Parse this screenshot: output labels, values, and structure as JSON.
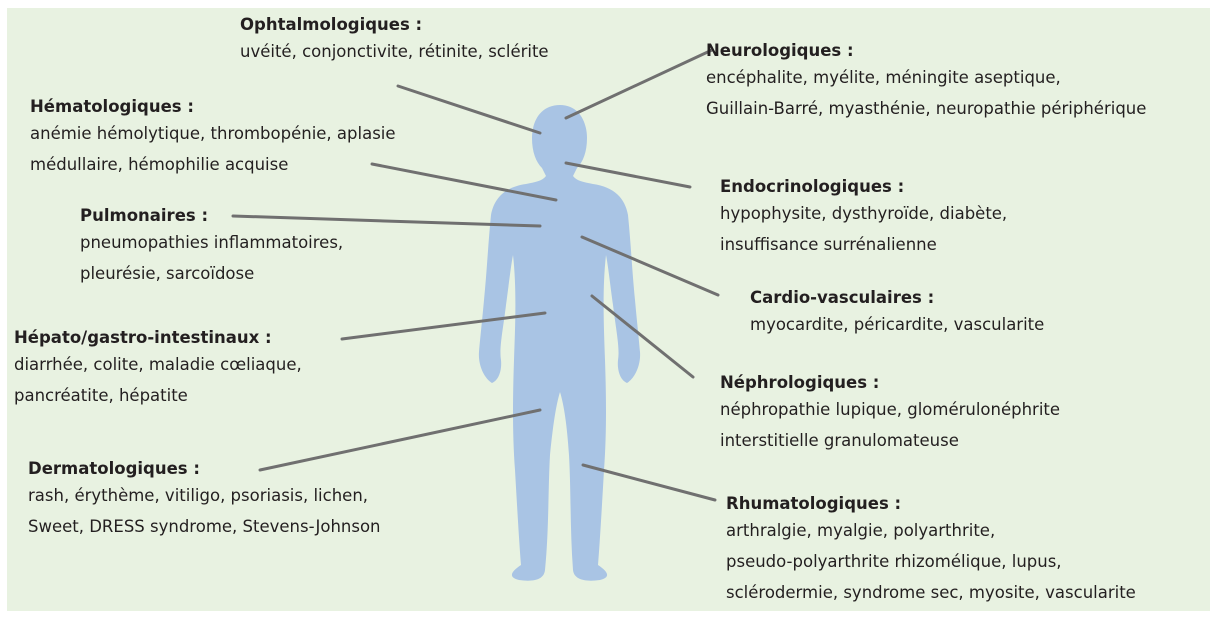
{
  "colors": {
    "background": "#e8f2e1",
    "body_fill": "#a9c4e4",
    "connector": "#707070",
    "text": "#231f20"
  },
  "groups": [
    {
      "id": "ophtalmo",
      "title": "Ophtalmologiques :",
      "lines": [
        "uvéité, conjonctivite, rétinite, sclérite"
      ]
    },
    {
      "id": "hemato",
      "title": "Hématologiques :",
      "lines": [
        "anémie hémolytique, thrombopénie, aplasie",
        "médullaire, hémophilie acquise"
      ]
    },
    {
      "id": "pulmo",
      "title": "Pulmonaires :",
      "lines": [
        "pneumopathies inflammatoires,",
        "pleurésie, sarcoïdose"
      ]
    },
    {
      "id": "hepato",
      "title": "Hépato/gastro-intestinaux :",
      "lines": [
        "diarrhée, colite, maladie cœliaque,",
        "pancréatite, hépatite"
      ]
    },
    {
      "id": "dermato",
      "title": "Dermatologiques :",
      "lines": [
        "rash, érythème, vitiligo, psoriasis, lichen,",
        "Sweet, DRESS syndrome, Stevens-Johnson"
      ]
    },
    {
      "id": "neuro",
      "title": "Neurologiques :",
      "lines": [
        "encéphalite, myélite, méningite aseptique,",
        "Guillain-Barré, myasthénie, neuropathie périphérique"
      ]
    },
    {
      "id": "endocrino",
      "title": "Endocrinologiques :",
      "lines": [
        "hypophysite, dysthyroïde, diabète,",
        "insuffisance surrénalienne"
      ]
    },
    {
      "id": "cardio",
      "title": "Cardio-vasculaires :",
      "lines": [
        "myocardite, péricardite, vascularite"
      ]
    },
    {
      "id": "nephro",
      "title": "Néphrologiques :",
      "lines": [
        "néphropathie lupique, glomérulonéphrite",
        "interstitielle granulomateuse"
      ]
    },
    {
      "id": "rhumato",
      "title": "Rhumatologiques :",
      "lines": [
        "arthralgie, myalgie, polyarthrite,",
        "pseudo-polyarthrite rhizomélique, lupus,",
        "sclérodermie, syndrome sec, myosite, vascularite"
      ]
    }
  ]
}
